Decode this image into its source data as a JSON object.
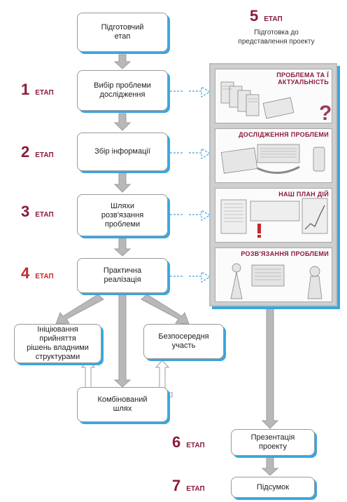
{
  "stages": [
    {
      "num": "1",
      "label": "ЕТАП"
    },
    {
      "num": "2",
      "label": "ЕТАП"
    },
    {
      "num": "3",
      "label": "ЕТАП"
    },
    {
      "num": "4",
      "label": "ЕТАП"
    },
    {
      "num": "5",
      "label": "ЕТАП"
    },
    {
      "num": "6",
      "label": "ЕТАП"
    },
    {
      "num": "7",
      "label": "ЕТАП"
    }
  ],
  "boxes": {
    "prep": "Підготовчий\nетап",
    "choice": "Вибір проблеми\nдослідження",
    "collect": "Збір інформації",
    "ways": "Шляхи\nрозв'язання\nпроблеми",
    "practice": "Практична\nреалізація",
    "initiate": "Ініціювання\nприйняття\nрішень владними\nструктурами",
    "direct": "Безпосередня\nучасть",
    "combined": "Комбінований\nшлях",
    "presentation": "Презентація\nпроекту",
    "summary": "Підсумок"
  },
  "stage5_subtitle": "Підготовка до\nпредставлення проекту",
  "cards": [
    "ПРОБЛЕМА ТА Ї\nАКТУАЛЬНІСТЬ",
    "ДОСЛІДЖЕННЯ ПРОБЛЕМИ",
    "НАШ ПЛАН ДІЙ",
    "РОЗВ'ЯЗАННЯ ПРОБЛЕМИ"
  ],
  "colors": {
    "stage": "#8b1a38",
    "stage4": "#c62828",
    "accent": "#3aa6e0",
    "arrow": "#b5b5b5"
  }
}
